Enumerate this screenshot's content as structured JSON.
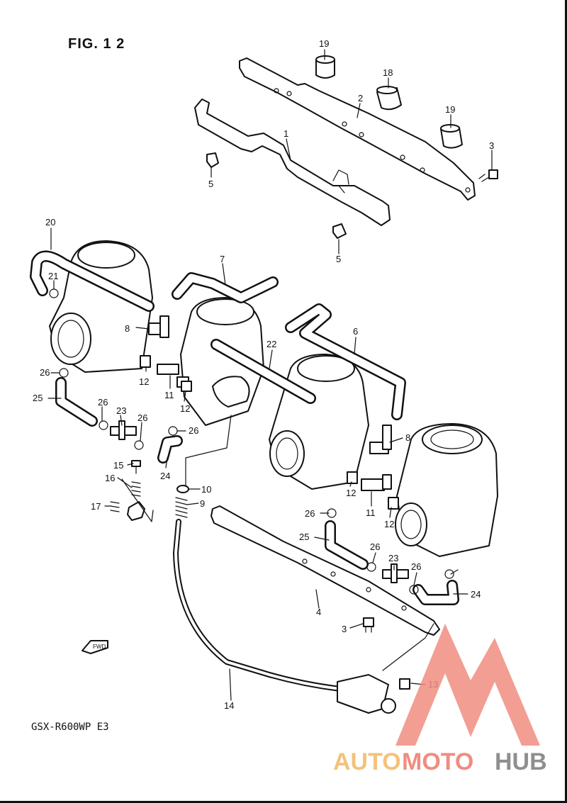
{
  "figure": {
    "title": "FIG. 1 2",
    "model_code": "GSX-R600WP E3",
    "fwd_label": "FWD"
  },
  "callouts": {
    "n1": "1",
    "n2": "2",
    "n3a": "3",
    "n3b": "3",
    "n4": "4",
    "n5a": "5",
    "n5b": "5",
    "n6": "6",
    "n7": "7",
    "n8a": "8",
    "n8b": "8",
    "n9": "9",
    "n10": "10",
    "n11a": "11",
    "n11b": "11",
    "n12a": "12",
    "n12b": "12",
    "n12c": "12",
    "n12d": "12",
    "n13": "13",
    "n14": "14",
    "n15": "15",
    "n16": "16",
    "n17": "17",
    "n18": "18",
    "n19a": "19",
    "n19b": "19",
    "n20": "20",
    "n21": "21",
    "n22": "22",
    "n23a": "23",
    "n23b": "23",
    "n24a": "24",
    "n24b": "24",
    "n25a": "25",
    "n25b": "25",
    "n26a": "26",
    "n26b": "26",
    "n26c": "26",
    "n26d": "26",
    "n26e": "26",
    "n26f": "26",
    "n26g": "26"
  },
  "watermark": {
    "part1": "AUTO",
    "part2": "MOTO",
    "part3": "HUB",
    "colors": {
      "auto": "#f4c27a",
      "moto": "#f08d80",
      "hub": "#8f8f8f",
      "logo": "#f08d80"
    }
  }
}
